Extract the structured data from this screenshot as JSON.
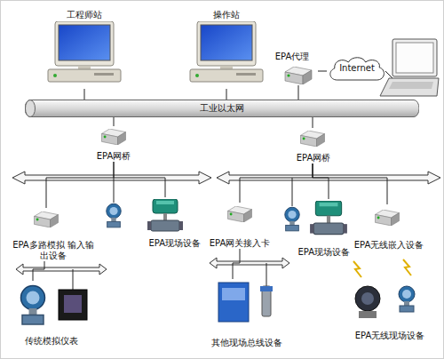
{
  "diagram": {
    "nodes": [
      {
        "text": [
          "工程师站"
        ]
      },
      {
        "text": [
          "操作站"
        ]
      },
      {
        "text": [
          "EPA代理"
        ]
      },
      {
        "text": [
          "Internet"
        ]
      },
      {
        "text": [
          "工业以太网"
        ]
      },
      {
        "text": [
          "EPA网桥"
        ]
      },
      {
        "text": [
          "EPA网桥"
        ]
      },
      {
        "text": [
          "EPA多路模拟 输入输出设备"
        ]
      },
      {
        "text": [
          "EPA现场设备"
        ]
      },
      {
        "text": [
          "EPA网关接入卡"
        ]
      },
      {
        "text": [
          "EPA现场设备"
        ]
      },
      {
        "text": [
          "EPA无线嵌入设备"
        ]
      },
      {
        "text": [
          "传统模拟仪表"
        ]
      },
      {
        "text": [
          "其他现场总线设备"
        ]
      },
      {
        "text": [
          "EPA无线现场设备"
        ]
      }
    ],
    "edges": [
      {
        "from": 0,
        "to": 4,
        "arrow": "none"
      },
      {
        "from": 1,
        "to": 4,
        "arrow": "none"
      },
      {
        "from": 2,
        "to": 4,
        "arrow": "none"
      },
      {
        "from": 2,
        "to": 3,
        "arrow": "none"
      },
      {
        "from": 4,
        "to": 5,
        "arrow": "none"
      },
      {
        "from": 4,
        "to": 6,
        "arrow": "none"
      },
      {
        "from": 5,
        "to": 7,
        "arrow": "none"
      },
      {
        "from": 5,
        "to": 8,
        "arrow": "none"
      },
      {
        "from": 6,
        "to": 9,
        "arrow": "none"
      },
      {
        "from": 6,
        "to": 10,
        "arrow": "none"
      },
      {
        "from": 6,
        "to": 11,
        "arrow": "none"
      },
      {
        "from": 7,
        "to": 12,
        "arrow": "none"
      },
      {
        "from": 9,
        "to": 13,
        "arrow": "none"
      }
    ]
  }
}
